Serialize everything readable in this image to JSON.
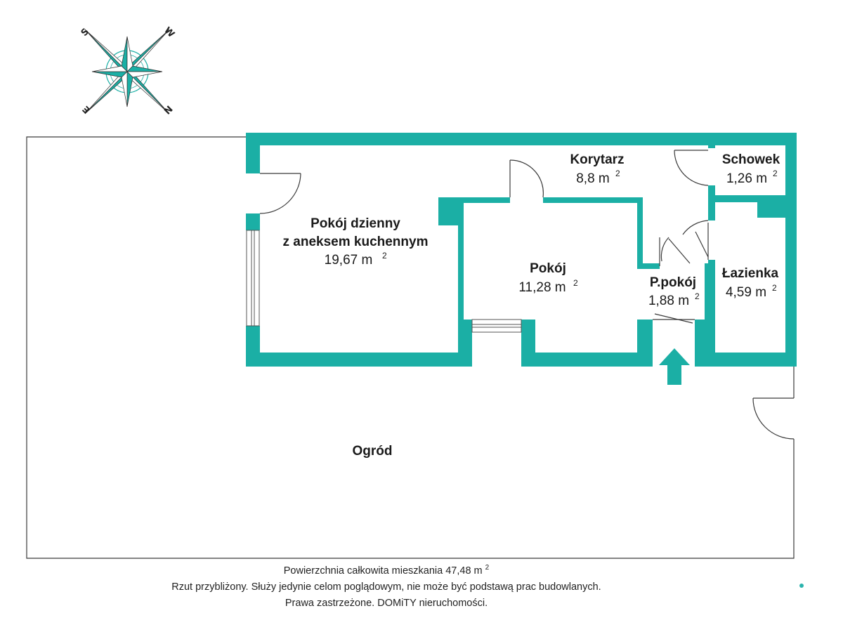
{
  "colors": {
    "wall": "#1BAFA5",
    "compass_teal": "#1BAFA5",
    "compass_dark": "#2a8d87",
    "outline": "#3a3a3a",
    "dot": "#2ab3ad"
  },
  "compass": {
    "letters": [
      "S",
      "W",
      "E",
      "N"
    ]
  },
  "rooms": [
    {
      "id": "living",
      "name_line1": "Pokój dzienny",
      "name_line2": "z aneksem kuchennym",
      "area": "19,67 m",
      "sup": "2"
    },
    {
      "id": "room",
      "name": "Pokój",
      "area": "11,28 m",
      "sup": "2"
    },
    {
      "id": "corridor",
      "name": "Korytarz",
      "area": "8,8 m",
      "sup": "2"
    },
    {
      "id": "storage",
      "name": "Schowek",
      "area": "1,26 m",
      "sup": "2"
    },
    {
      "id": "pantry",
      "name": "P.pokój",
      "area": "1,88 m",
      "sup": "2"
    },
    {
      "id": "bathroom",
      "name": "Łazienka",
      "area": "4,59 m",
      "sup": "2"
    },
    {
      "id": "garden",
      "name": "Ogród"
    }
  ],
  "footer": {
    "line1": "Powierzchnia całkowita mieszkania 47,48 m",
    "line1_sup": "2",
    "line2": "Rzut przybliżony. Służy jedynie celom poglądowym, nie może być podstawą prac budowlanych.",
    "line3": "Prawa zastrzeżone. DOMiTY nieruchomości."
  }
}
